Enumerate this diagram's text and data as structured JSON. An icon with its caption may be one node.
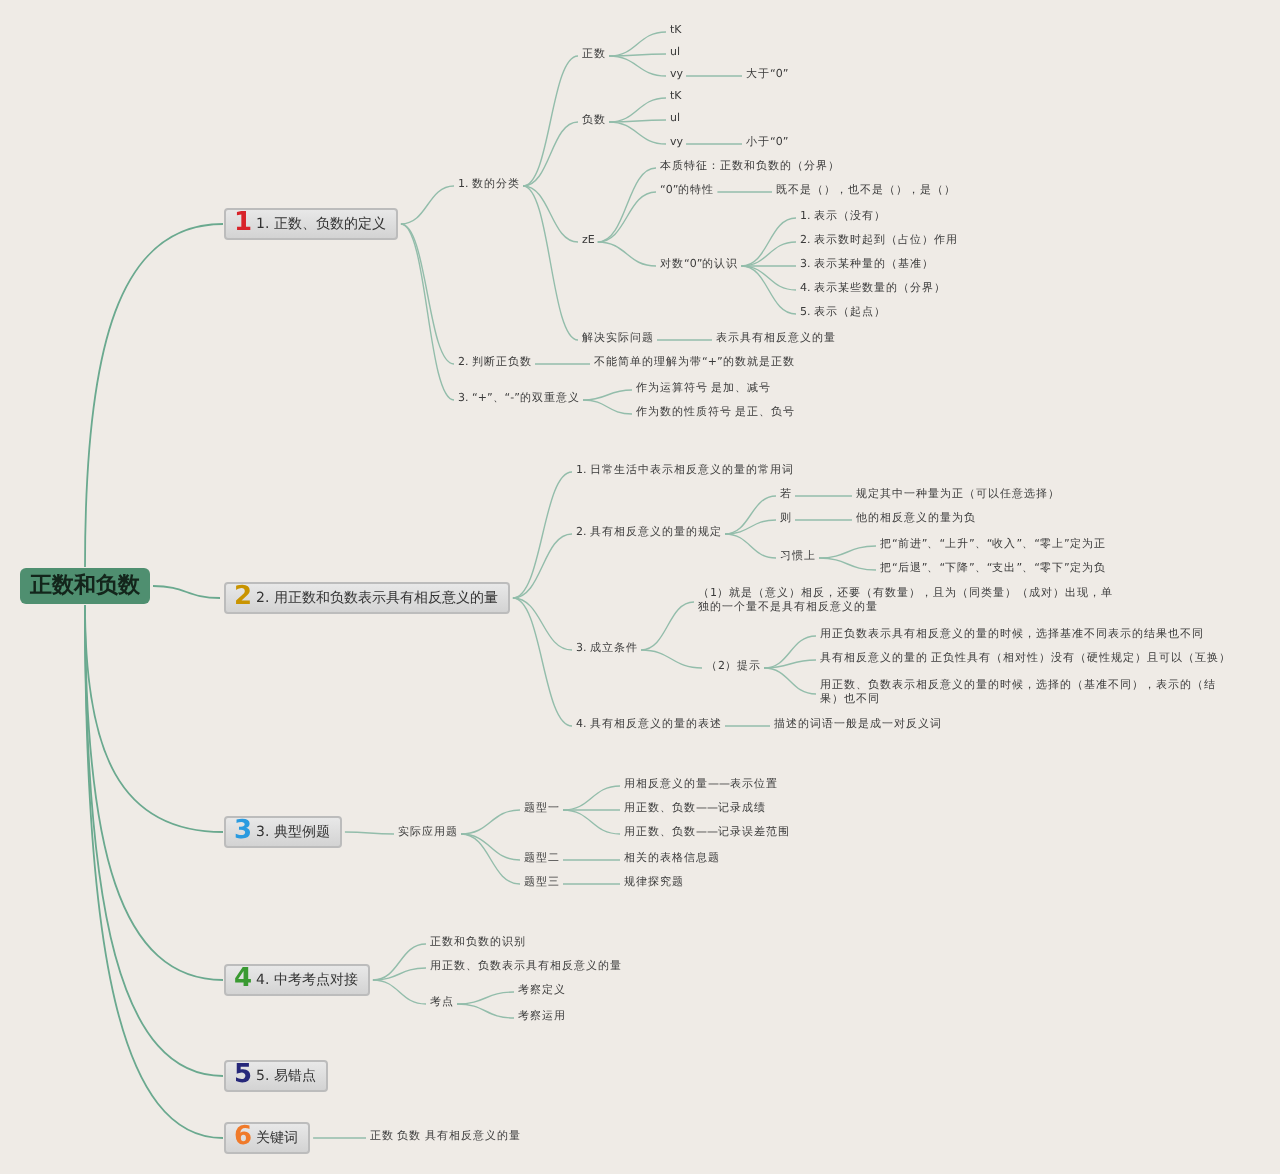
{
  "diagram": {
    "nodes": [
      {
        "text": [
          "正数和负数"
        ]
      },
      {
        "text": [
          "1",
          "1. 正数、负数的定义"
        ]
      },
      {
        "text": [
          "1. 数的分类"
        ]
      },
      {
        "text": [
          "正数"
        ]
      },
      {
        "text": [
          "tK"
        ]
      },
      {
        "text": [
          "ul"
        ]
      },
      {
        "text": [
          "vy"
        ]
      },
      {
        "text": [
          "大于“0”"
        ]
      },
      {
        "text": [
          "负数"
        ]
      },
      {
        "text": [
          "tK"
        ]
      },
      {
        "text": [
          "ul"
        ]
      },
      {
        "text": [
          "vy"
        ]
      },
      {
        "text": [
          "小于“0”"
        ]
      },
      {
        "text": [
          "zE"
        ]
      },
      {
        "text": [
          "本质特征：正数和负数的（分界）"
        ]
      },
      {
        "text": [
          "“0”的特性"
        ]
      },
      {
        "text": [
          "既不是（），也不是（），是（）"
        ]
      },
      {
        "text": [
          "对数“0”的认识"
        ]
      },
      {
        "text": [
          "1. 表示（没有）"
        ]
      },
      {
        "text": [
          "2. 表示数时起到（占位）作用"
        ]
      },
      {
        "text": [
          "3. 表示某种量的（基准）"
        ]
      },
      {
        "text": [
          "4. 表示某些数量的（分界）"
        ]
      },
      {
        "text": [
          "5. 表示（起点）"
        ]
      },
      {
        "text": [
          "解决实际问题"
        ]
      },
      {
        "text": [
          "表示具有相反意义的量"
        ]
      },
      {
        "text": [
          "2. 判断正负数"
        ]
      },
      {
        "text": [
          "不能简单的理解为带“+”的数就是正数"
        ]
      },
      {
        "text": [
          "3. “+”、“-”的双重意义"
        ]
      },
      {
        "text": [
          "作为运算符号 是加、减号"
        ]
      },
      {
        "text": [
          "作为数的性质符号 是正、负号"
        ]
      },
      {
        "text": [
          "2",
          "2. 用正数和负数表示具有相反意义的量"
        ]
      },
      {
        "text": [
          "1. 日常生活中表示相反意义的量的常用词"
        ]
      },
      {
        "text": [
          "2. 具有相反意义的量的规定"
        ]
      },
      {
        "text": [
          "若"
        ]
      },
      {
        "text": [
          "规定其中一种量为正（可以任意选择）"
        ]
      },
      {
        "text": [
          "则"
        ]
      },
      {
        "text": [
          "他的相反意义的量为负"
        ]
      },
      {
        "text": [
          "习惯上"
        ]
      },
      {
        "text": [
          "把“前进”、“上升”、“收入”、“零上”定为正"
        ]
      },
      {
        "text": [
          "把“后退”、“下降”、“支出”、“零下”定为负"
        ]
      },
      {
        "text": [
          "3. 成立条件"
        ]
      },
      {
        "text": [
          "（1）就是（意义）相反，还要（有数量），且为（同类量）（成对）出现，单独的一个量不是具有相反意义的量"
        ]
      },
      {
        "text": [
          "（2）提示"
        ]
      },
      {
        "text": [
          "用正负数表示具有相反意义的量的时候，选择基准不同表示的结果也不同"
        ]
      },
      {
        "text": [
          "具有相反意义的量的 正负性具有（相对性）没有（硬性规定）且可以（互换）"
        ]
      },
      {
        "text": [
          "用正数、负数表示相反意义的量的时候，选择的（基准不同），表示的（结果）也不同"
        ]
      },
      {
        "text": [
          "4. 具有相反意义的量的表述"
        ]
      },
      {
        "text": [
          "描述的词语一般是成一对反义词"
        ]
      },
      {
        "text": [
          "3",
          "3. 典型例题"
        ]
      },
      {
        "text": [
          "实际应用题"
        ]
      },
      {
        "text": [
          "题型一"
        ]
      },
      {
        "text": [
          "用相反意义的量——表示位置"
        ]
      },
      {
        "text": [
          "用正数、负数——记录成绩"
        ]
      },
      {
        "text": [
          "用正数、负数——记录误差范围"
        ]
      },
      {
        "text": [
          "题型二"
        ]
      },
      {
        "text": [
          "相关的表格信息题"
        ]
      },
      {
        "text": [
          "题型三"
        ]
      },
      {
        "text": [
          "规律探究题"
        ]
      },
      {
        "text": [
          "4",
          "4. 中考考点对接"
        ]
      },
      {
        "text": [
          "正数和负数的识别"
        ]
      },
      {
        "text": [
          "用正数、负数表示具有相反意义的量"
        ]
      },
      {
        "text": [
          "考点"
        ]
      },
      {
        "text": [
          "考察定义"
        ]
      },
      {
        "text": [
          "考察运用"
        ]
      },
      {
        "text": [
          "5",
          "5. 易错点"
        ]
      },
      {
        "text": [
          "6",
          "关键词"
        ]
      },
      {
        "text": [
          "正数 负数 具有相反意义的量"
        ]
      }
    ],
    "edges": [
      {
        "from": 0,
        "to": 1,
        "arrow": "none"
      },
      {
        "from": 0,
        "to": 30,
        "arrow": "none"
      },
      {
        "from": 0,
        "to": 48,
        "arrow": "none"
      },
      {
        "from": 0,
        "to": 58,
        "arrow": "none"
      },
      {
        "from": 0,
        "to": 64,
        "arrow": "none"
      },
      {
        "from": 0,
        "to": 65,
        "arrow": "none"
      },
      {
        "from": 1,
        "to": 2,
        "arrow": "none"
      },
      {
        "from": 1,
        "to": 25,
        "arrow": "none"
      },
      {
        "from": 1,
        "to": 27,
        "arrow": "none"
      },
      {
        "from": 2,
        "to": 3,
        "arrow": "none"
      },
      {
        "from": 2,
        "to": 8,
        "arrow": "none"
      },
      {
        "from": 2,
        "to": 13,
        "arrow": "none"
      },
      {
        "from": 2,
        "to": 23,
        "arrow": "none"
      },
      {
        "from": 3,
        "to": 4,
        "arrow": "none"
      },
      {
        "from": 3,
        "to": 5,
        "arrow": "none"
      },
      {
        "from": 3,
        "to": 6,
        "arrow": "none"
      },
      {
        "from": 6,
        "to": 7,
        "arrow": "none"
      },
      {
        "from": 8,
        "to": 9,
        "arrow": "none"
      },
      {
        "from": 8,
        "to": 10,
        "arrow": "none"
      },
      {
        "from": 8,
        "to": 11,
        "arrow": "none"
      },
      {
        "from": 11,
        "to": 12,
        "arrow": "none"
      },
      {
        "from": 13,
        "to": 14,
        "arrow": "none"
      },
      {
        "from": 13,
        "to": 15,
        "arrow": "none"
      },
      {
        "from": 15,
        "to": 16,
        "arrow": "none"
      },
      {
        "from": 13,
        "to": 17,
        "arrow": "none"
      },
      {
        "from": 17,
        "to": 18,
        "arrow": "none"
      },
      {
        "from": 17,
        "to": 19,
        "arrow": "none"
      },
      {
        "from": 17,
        "to": 20,
        "arrow": "none"
      },
      {
        "from": 17,
        "to": 21,
        "arrow": "none"
      },
      {
        "from": 17,
        "to": 22,
        "arrow": "none"
      },
      {
        "from": 23,
        "to": 24,
        "arrow": "none"
      },
      {
        "from": 25,
        "to": 26,
        "arrow": "none"
      },
      {
        "from": 27,
        "to": 28,
        "arrow": "none"
      },
      {
        "from": 27,
        "to": 29,
        "arrow": "none"
      },
      {
        "from": 30,
        "to": 31,
        "arrow": "none"
      },
      {
        "from": 30,
        "to": 32,
        "arrow": "none"
      },
      {
        "from": 30,
        "to": 40,
        "arrow": "none"
      },
      {
        "from": 30,
        "to": 46,
        "arrow": "none"
      },
      {
        "from": 32,
        "to": 33,
        "arrow": "none"
      },
      {
        "from": 33,
        "to": 34,
        "arrow": "none"
      },
      {
        "from": 32,
        "to": 35,
        "arrow": "none"
      },
      {
        "from": 35,
        "to": 36,
        "arrow": "none"
      },
      {
        "from": 32,
        "to": 37,
        "arrow": "none"
      },
      {
        "from": 37,
        "to": 38,
        "arrow": "none"
      },
      {
        "from": 37,
        "to": 39,
        "arrow": "none"
      },
      {
        "from": 40,
        "to": 41,
        "arrow": "none"
      },
      {
        "from": 40,
        "to": 42,
        "arrow": "none"
      },
      {
        "from": 42,
        "to": 43,
        "arrow": "none"
      },
      {
        "from": 42,
        "to": 44,
        "arrow": "none"
      },
      {
        "from": 42,
        "to": 45,
        "arrow": "none"
      },
      {
        "from": 46,
        "to": 47,
        "arrow": "none"
      },
      {
        "from": 48,
        "to": 49,
        "arrow": "none"
      },
      {
        "from": 49,
        "to": 50,
        "arrow": "none"
      },
      {
        "from": 50,
        "to": 51,
        "arrow": "none"
      },
      {
        "from": 50,
        "to": 52,
        "arrow": "none"
      },
      {
        "from": 50,
        "to": 53,
        "arrow": "none"
      },
      {
        "from": 49,
        "to": 54,
        "arrow": "none"
      },
      {
        "from": 54,
        "to": 55,
        "arrow": "none"
      },
      {
        "from": 49,
        "to": 56,
        "arrow": "none"
      },
      {
        "from": 56,
        "to": 57,
        "arrow": "none"
      },
      {
        "from": 58,
        "to": 59,
        "arrow": "none"
      },
      {
        "from": 58,
        "to": 60,
        "arrow": "none"
      },
      {
        "from": 58,
        "to": 61,
        "arrow": "none"
      },
      {
        "from": 61,
        "to": 62,
        "arrow": "none"
      },
      {
        "from": 61,
        "to": 63,
        "arrow": "none"
      },
      {
        "from": 65,
        "to": 66,
        "arrow": "none"
      }
    ]
  }
}
